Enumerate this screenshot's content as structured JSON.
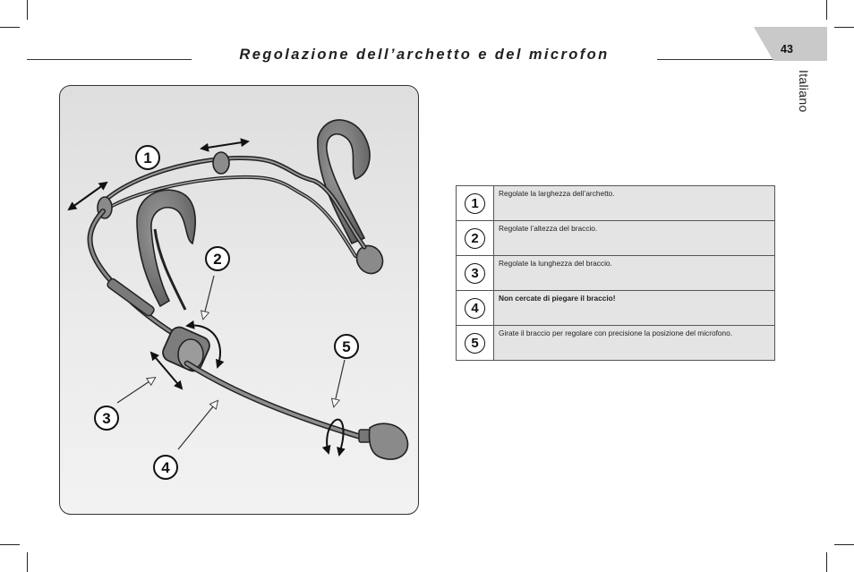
{
  "header": {
    "title": "Regolazione dell’archetto e del microfon",
    "page_number": "43",
    "language_tab": "Italiano",
    "tab_color": "#c9c9c9"
  },
  "figure": {
    "callouts": [
      "1",
      "2",
      "3",
      "4",
      "5"
    ]
  },
  "steps": [
    {
      "number": "1",
      "text": "Regolate la larghezza dell’archetto.",
      "emphasis": false
    },
    {
      "number": "2",
      "text": "Regolate l’altezza del braccio.",
      "emphasis": false
    },
    {
      "number": "3",
      "text": "Regolate la lunghezza del braccio.",
      "emphasis": false
    },
    {
      "number": "4",
      "text": "Non cercate di piegare il braccio!",
      "emphasis": true
    },
    {
      "number": "5",
      "text": "Girate il braccio per regolare con precisione la posizione del microfono.",
      "emphasis": false
    }
  ]
}
